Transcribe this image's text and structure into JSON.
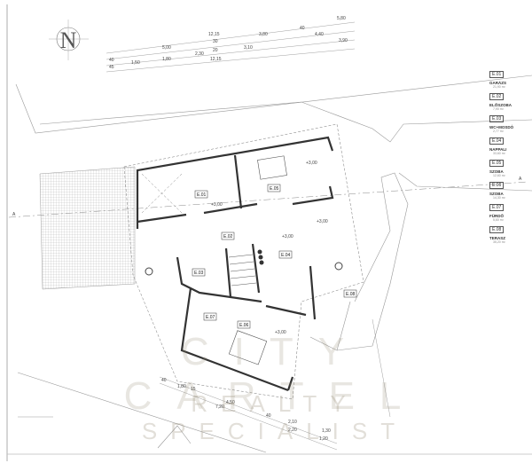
{
  "north_label": "N",
  "watermark": {
    "line1": "CITY CARTEL",
    "line2": "REALTY SPECIALIST"
  },
  "rooms": [
    "E.01",
    "E.02",
    "E.03",
    "E.04",
    "E.05",
    "E.06",
    "E.07",
    "E.08"
  ],
  "legend": [
    {
      "code": "E.01",
      "name": "GARÁZS",
      "area": "21,90 m²"
    },
    {
      "code": "E.02",
      "name": "ELŐSZOBA",
      "area": "7,90 m²"
    },
    {
      "code": "E.03",
      "name": "WC+MOSDÓ",
      "area": "2,77 m²"
    },
    {
      "code": "E.04",
      "name": "NAPPALI",
      "area": "33,60 m²"
    },
    {
      "code": "E.05",
      "name": "SZOBA",
      "area": "12,60 m²"
    },
    {
      "code": "E.06",
      "name": "SZOBA",
      "area": "14,30 m²"
    },
    {
      "code": "E.07",
      "name": "FÜRDŐ",
      "area": "5,60 m²"
    },
    {
      "code": "E.08",
      "name": "TERASZ",
      "area": "35,20 m²"
    }
  ],
  "levels": [
    "+3,00",
    "+3,00",
    "+3,00",
    "+3,00",
    "+3,00"
  ],
  "dimensions_top": [
    "12,15",
    "5,00",
    "3,80",
    "5,80",
    "4,40",
    "3,90",
    "40",
    "30",
    "20",
    "1,50",
    "1,80",
    "2,30",
    "3,10",
    "12,15",
    "45",
    "40"
  ],
  "dimensions_bottom": [
    "40",
    "1,80",
    "15",
    "4,50",
    "7,20",
    "40",
    "2,10",
    "2,20",
    "1,30",
    "1,20"
  ],
  "section_labels": [
    "A",
    "A"
  ]
}
